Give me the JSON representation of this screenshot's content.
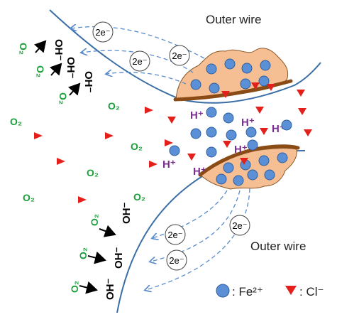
{
  "labels": {
    "outer_wire_top": "Outer wire",
    "outer_wire_bottom": "Outer wire",
    "electron": "2e⁻",
    "o2": "O₂",
    "oh": "OH⁻",
    "h_plus": "H⁺"
  },
  "legend": {
    "fe_label": ": Fe²⁺",
    "cl_label": ": Cl⁻"
  },
  "colors": {
    "wire": "#3a6ea5",
    "electron_path": "#5b8ccc",
    "fe_ion": "#5b8fd6",
    "fe_ion_edge": "#2d5f9e",
    "cl_ion": "#e3201b",
    "o2": "#1a9e3a",
    "h_plus": "#7b2f8f",
    "deposit_fill": "#f6be93",
    "deposit_edge": "#8a5a2b",
    "metal_band": "#8a4b14"
  }
}
